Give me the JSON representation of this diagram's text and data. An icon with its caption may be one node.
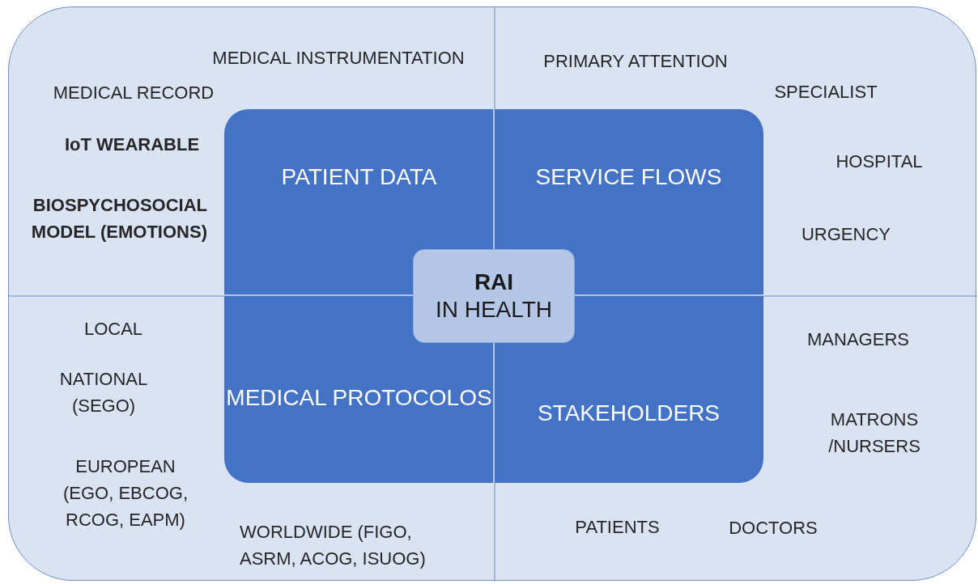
{
  "diagram": {
    "nodes": [
      {
        "text": [],
        "shape": "box"
      },
      {
        "text": [],
        "shape": "box",
        "in": 0
      },
      {
        "text": [
          "PATIENT DATA"
        ],
        "in": 1
      },
      {
        "text": [
          "SERVICE FLOWS"
        ],
        "in": 1
      },
      {
        "text": [
          "MEDICAL PROTOCOLOS"
        ],
        "in": 1
      },
      {
        "text": [
          "STAKEHOLDERS"
        ],
        "in": 1
      },
      {
        "text": [
          "RAI",
          "IN HEALTH"
        ],
        "in": 1
      }
    ],
    "labels": [
      "MEDICAL INSTRUMENTATION",
      "PRIMARY ATTENTION",
      "MEDICAL RECORD",
      "SPECIALIST",
      "IoT WEARABLE",
      "HOSPITAL",
      "BIOSPYCHOSOCIAL MODEL (EMOTIONS)",
      "URGENCY",
      "LOCAL",
      "MANAGERS",
      "NATIONAL (SEGO)",
      "MATRONS /NURSERS",
      "EUROPEAN (EGO, EBCOG, RCOG, EAPM)",
      "PATIENTS",
      "DOCTORS",
      "WORLDWIDE (FIGO, ASRM, ACOG, ISUOG)"
    ]
  }
}
